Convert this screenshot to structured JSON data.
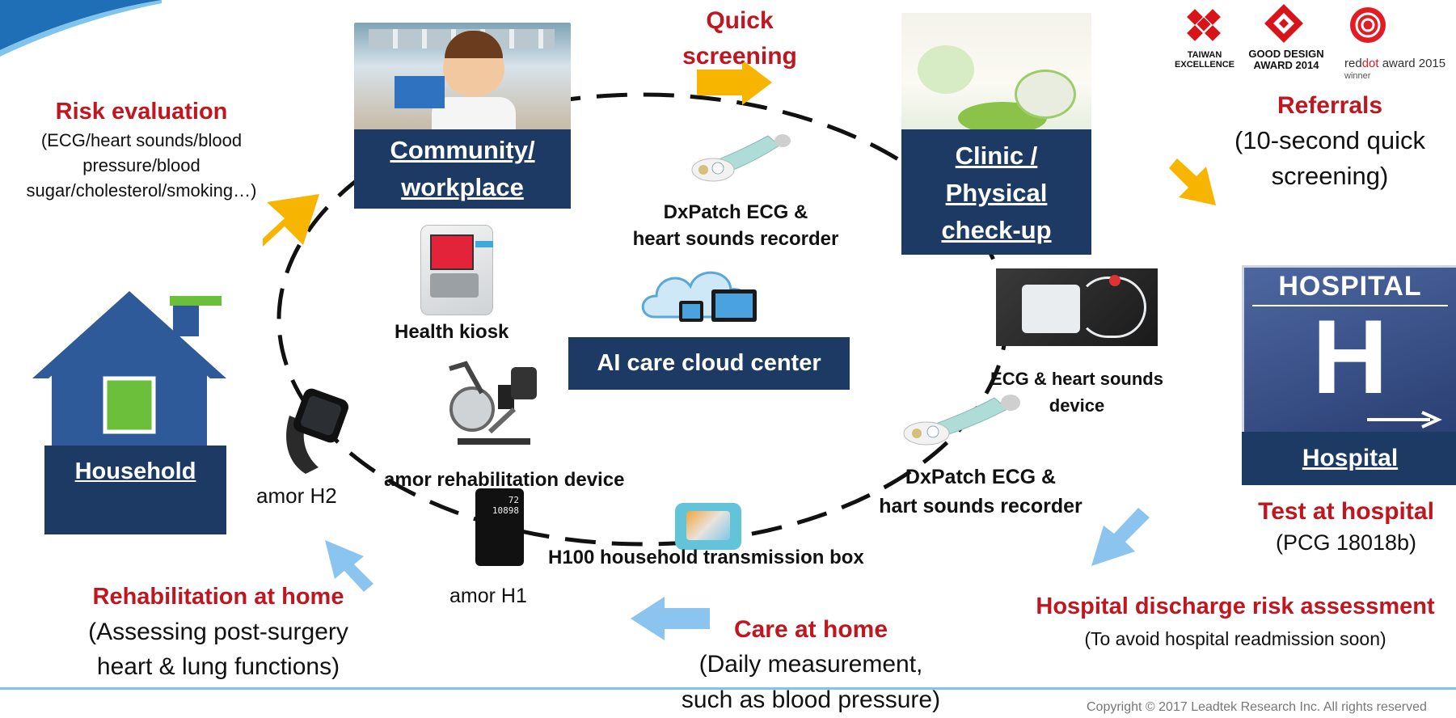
{
  "risk": {
    "title": "Risk evaluation",
    "lines": [
      "(ECG/heart sounds/blood",
      "pressure/blood",
      "sugar/cholesterol/smoking…)"
    ]
  },
  "community": {
    "lines": [
      "Community/",
      "workplace"
    ]
  },
  "quick": {
    "lines": [
      "Quick",
      "screening"
    ]
  },
  "clinic": {
    "lines": [
      "Clinic /",
      "Physical",
      "check-up"
    ]
  },
  "awards": {
    "taiwan": [
      "TAIWAN",
      "EXCELLENCE"
    ],
    "gooddesign": [
      "GOOD DESIGN",
      "AWARD 2014"
    ],
    "reddot": {
      "red": "red",
      "dot": "dot",
      "rest": " award 2015",
      "sub": "winner"
    }
  },
  "referrals": {
    "title": "Referrals",
    "lines": [
      "(10-second quick",
      "screening)"
    ]
  },
  "dxpatch_top": {
    "lines": [
      "DxPatch ECG &",
      "heart sounds recorder"
    ]
  },
  "kiosk": {
    "label": "Health kiosk"
  },
  "cloud": {
    "label": "AI care cloud center"
  },
  "ecg_device": {
    "lines": [
      "ECG & heart sounds",
      "device"
    ]
  },
  "hospital": {
    "sign": "HOSPITAL",
    "letter": "H",
    "label": "Hospital"
  },
  "household": {
    "label": "Household"
  },
  "h2": {
    "label": "amor H2"
  },
  "rehab_device": {
    "label": "amor rehabilitation device"
  },
  "dxpatch_bottom": {
    "lines": [
      "DxPatch ECG &",
      "hart sounds recorder"
    ]
  },
  "test_hospital": {
    "title": "Test at hospital",
    "sub": "(PCG 18018b)"
  },
  "watch": {
    "top": "72",
    "bottom": "10898"
  },
  "h100": {
    "label": "H100 household transmission box"
  },
  "h1": {
    "label": "amor H1"
  },
  "rehab_home": {
    "title": "Rehabilitation at home",
    "lines": [
      "(Assessing post-surgery",
      "heart & lung functions)"
    ]
  },
  "care_home": {
    "title": "Care at home",
    "lines": [
      "(Daily measurement,",
      "such as blood pressure)"
    ]
  },
  "discharge": {
    "title": "Hospital discharge risk assessment",
    "sub": "(To avoid hospital readmission soon)"
  },
  "copyright": "Copyright © 2017 Leadtek Research Inc. All rights reserved",
  "colors": {
    "navy": "#1c3a63",
    "red": "#c0161f",
    "arrow_yellow": "#f7b500",
    "arrow_blue": "#8cc4f0",
    "house_blue": "#2f5a9a",
    "house_green": "#6cbf3a"
  }
}
